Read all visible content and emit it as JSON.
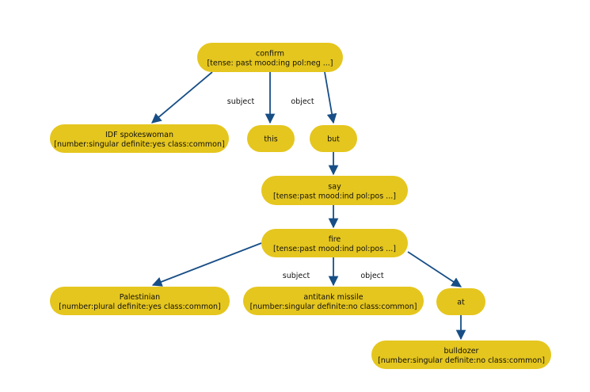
{
  "colors": {
    "node_fill": "#e5c61e",
    "edge": "#174e86",
    "text": "#111111",
    "background": "#ffffff"
  },
  "nodes": [
    {
      "id": "confirm",
      "line1": "confirm",
      "line2": "[tense: past mood:ing pol:neg ...]"
    },
    {
      "id": "idf-spokeswoman",
      "line1": "IDF spokeswoman",
      "line2": "[number:singular definite:yes class:common]"
    },
    {
      "id": "this",
      "line1": "this",
      "line2": ""
    },
    {
      "id": "but",
      "line1": "but",
      "line2": ""
    },
    {
      "id": "say",
      "line1": "say",
      "line2": "[tense:past mood:ind pol:pos ...]"
    },
    {
      "id": "fire",
      "line1": "fire",
      "line2": "[tense:past mood:ind pol:pos ...]"
    },
    {
      "id": "palestinian",
      "line1": "Palestinian",
      "line2": "[number:plural definite:yes class:common]"
    },
    {
      "id": "antitank-missile",
      "line1": "antitank missile",
      "line2": "[number:singular definite:no class:common]"
    },
    {
      "id": "at",
      "line1": "at",
      "line2": ""
    },
    {
      "id": "bulldozer",
      "line1": "bulldozer",
      "line2": "[number:singular definite:no class:common]"
    }
  ],
  "edges": [
    {
      "from": "confirm",
      "to": "idf-spokeswoman",
      "label": ""
    },
    {
      "from": "confirm",
      "to": "this",
      "label": "subject"
    },
    {
      "from": "confirm",
      "to": "but",
      "label": "object"
    },
    {
      "from": "but",
      "to": "say",
      "label": ""
    },
    {
      "from": "say",
      "to": "fire",
      "label": ""
    },
    {
      "from": "fire",
      "to": "palestinian",
      "label": ""
    },
    {
      "from": "fire",
      "to": "antitank-missile",
      "label": "subject"
    },
    {
      "from": "fire",
      "to": "at",
      "label": "object"
    },
    {
      "from": "at",
      "to": "bulldozer",
      "label": ""
    }
  ]
}
